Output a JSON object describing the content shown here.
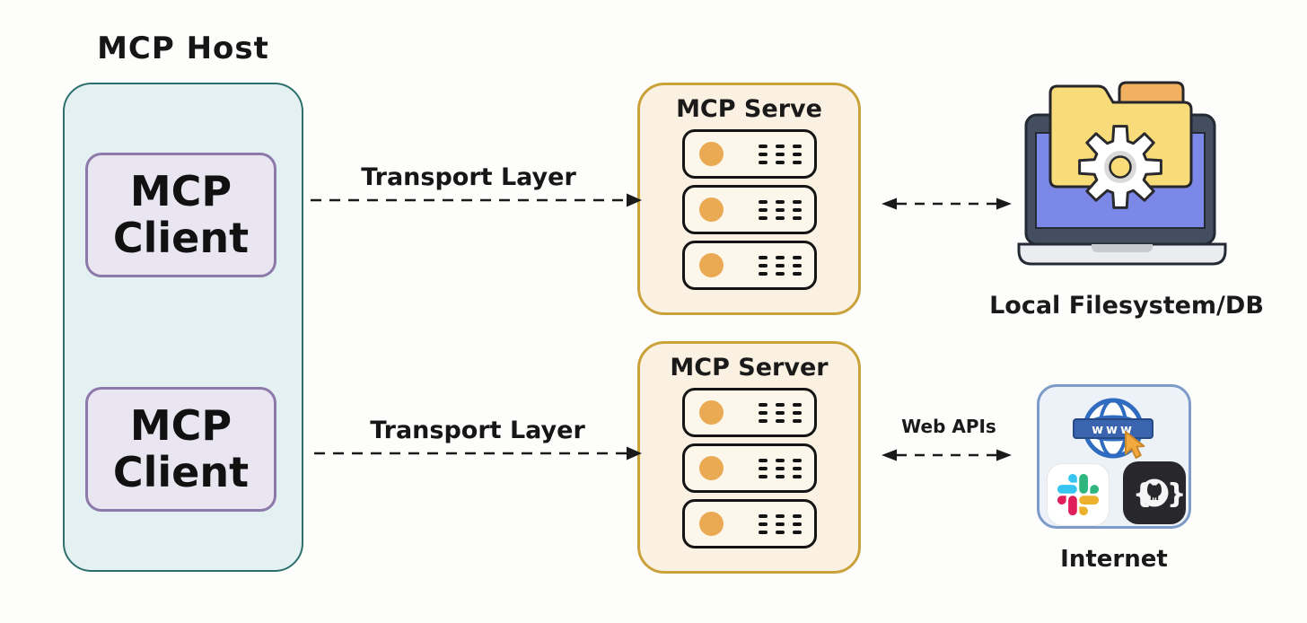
{
  "host": {
    "title": "MCP Host",
    "clients": [
      {
        "line1": "MCP",
        "line2": "Client"
      },
      {
        "line1": "MCP",
        "line2": "Client"
      }
    ]
  },
  "servers": [
    {
      "title": "MCP Serve",
      "rack_count": 3
    },
    {
      "title": "MCP Server",
      "rack_count": 3
    }
  ],
  "connections": {
    "transport_top": {
      "label": "Transport Layer",
      "style": "dashed",
      "direction": "right"
    },
    "transport_bottom": {
      "label": "Transport Layer",
      "style": "dashed",
      "direction": "right"
    },
    "filesystem_link": {
      "label": "",
      "style": "dashed",
      "direction": "both"
    },
    "web_apis": {
      "label": "Web APIs",
      "style": "dashed",
      "direction": "both"
    }
  },
  "filesystem": {
    "label": "Local Filesystem/DB"
  },
  "internet": {
    "label": "Internet",
    "globe_text": "www",
    "github_brace_left": "{",
    "github_brace_right": "}"
  },
  "colors": {
    "host_fill": "#e3f1f3",
    "host_border": "#2e6f6c",
    "client_fill": "#e9e6f2",
    "client_border": "#8d79aa",
    "server_fill": "#fbf1e2",
    "server_border": "#c9a23a",
    "rack_fill": "#fdf6ea",
    "rack_border": "#141414",
    "rack_led": "#e9aa53",
    "internet_fill": "#edf1f8",
    "internet_border": "#7d9bc8",
    "laptop_frame": "#434e60",
    "laptop_screen": "#7c88e8",
    "folder_body": "#f8dc79",
    "folder_tab": "#f2b160",
    "globe_blue": "#2f6cc0",
    "cursor_orange": "#f2a93d",
    "slack_blue": "#36C5F0",
    "slack_red": "#E01E5A",
    "slack_green": "#2EB67D",
    "slack_yellow": "#ECB22E",
    "ink": "#1a1a1a"
  }
}
